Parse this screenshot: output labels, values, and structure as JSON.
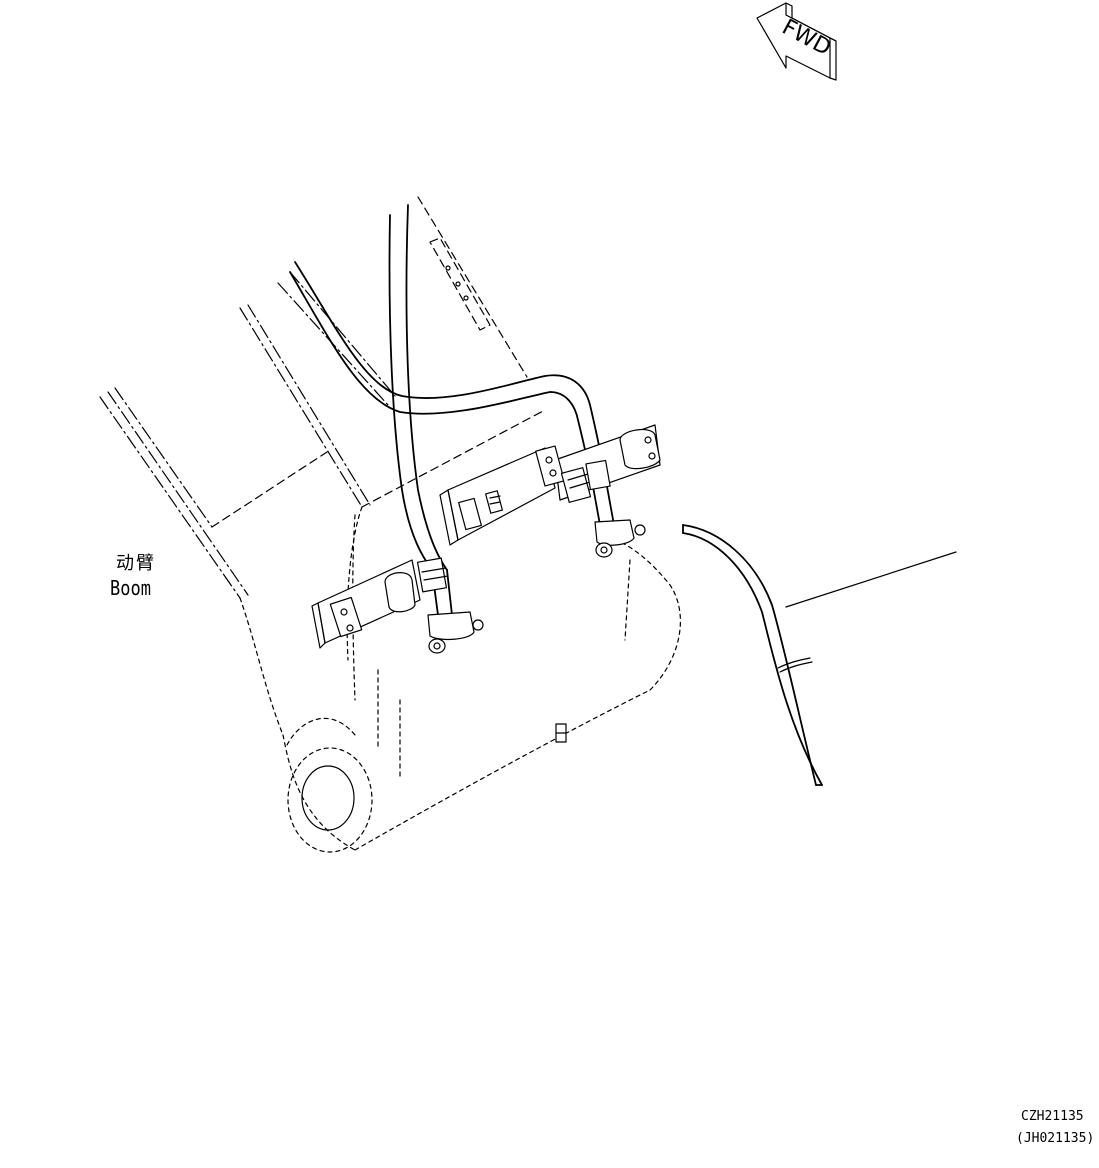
{
  "fwd_arrow": {
    "label": "FWD"
  },
  "labels": {
    "boom_cn": "动臂",
    "boom_en": "Boom"
  },
  "codes": {
    "drawing_number": "CZH21135",
    "ref_number": "(JH021135)"
  }
}
